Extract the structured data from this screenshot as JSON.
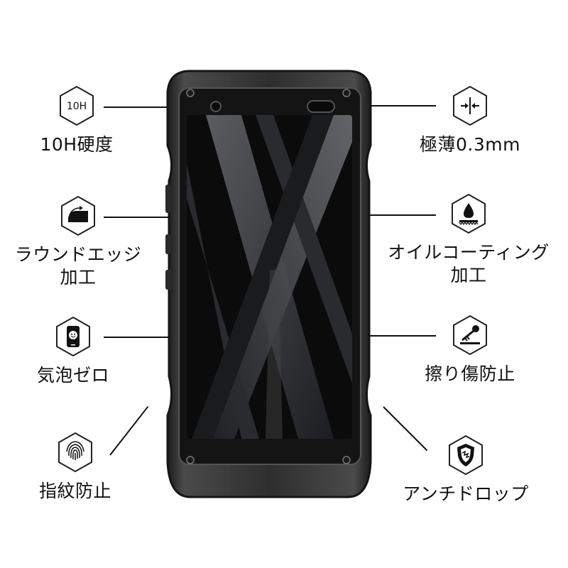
{
  "features": {
    "hardness": {
      "icon": "10h-icon",
      "icon_text": "10H",
      "label": "10H硬度"
    },
    "thin": {
      "icon": "thickness-arrows-icon",
      "label": "極薄0.3mm"
    },
    "round_edge": {
      "icon": "round-edge-icon",
      "label_line1": "ラウンドエッジ",
      "label_line2": "加工"
    },
    "oil_coating": {
      "icon": "oil-drop-icon",
      "label_line1": "オイルコーティング",
      "label_line2": "加工"
    },
    "bubble_free": {
      "icon": "smiley-phone-icon",
      "label": "気泡ゼロ"
    },
    "scratch": {
      "icon": "key-scratch-icon",
      "label": "擦り傷防止"
    },
    "fingerprint": {
      "icon": "fingerprint-icon",
      "label": "指紋防止"
    },
    "anti_drop": {
      "icon": "shield-icon",
      "label": "アンチドロップ"
    }
  },
  "colors": {
    "line": "#111111",
    "hex_stroke": "#222222",
    "phone_body": "#3a3a3a",
    "screen": "#0b0b0c"
  }
}
